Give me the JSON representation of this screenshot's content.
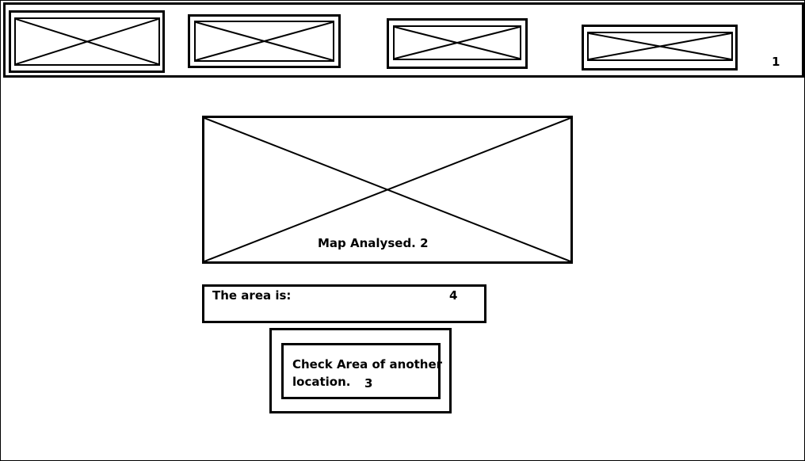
{
  "header": {
    "number": "1",
    "image_placeholders": [
      "image-placeholder",
      "image-placeholder",
      "image-placeholder",
      "image-placeholder"
    ]
  },
  "map": {
    "caption": "Map Analysed.",
    "number": "2"
  },
  "result": {
    "label": "The area is:",
    "number": "4"
  },
  "action": {
    "line1": "Check Area of another",
    "line2": "location.",
    "number": "3"
  }
}
